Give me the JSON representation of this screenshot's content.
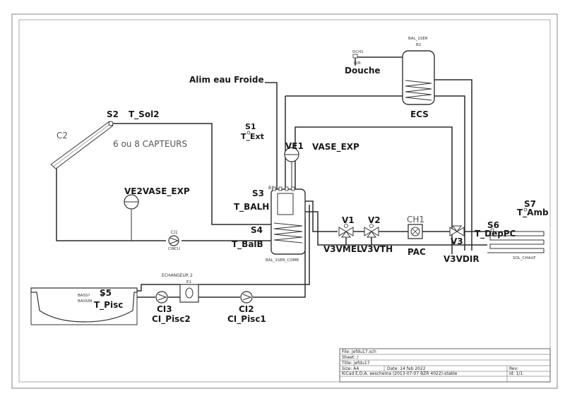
{
  "labels": {
    "alim": "Alim eau Froide",
    "douche": "Douche",
    "dch_ref": "DCH1",
    "dch_sub": "N/R",
    "bal_top": "BAL_1SER",
    "b2": "B2",
    "ecs": "ECS",
    "s2": "S2",
    "t_sol2": "T_Sol2",
    "c2": "C2",
    "capteurs": "6 ou 8 CAPTEURS",
    "s1": "S1",
    "t_ext": "T_Ext",
    "ve1": "VE1",
    "vase_exp": "VASE_EXP",
    "ve2": "VE2VASE_EXP",
    "b1": "B1",
    "s3": "S3",
    "t_balh": "T_BALH",
    "s4": "S4",
    "t_balb": "T_BalB",
    "bal_comb": "BAL_1SER_COMB",
    "ci1": "CI1",
    "circu": "CIRCU",
    "v1": "V1",
    "v2": "V2",
    "ch1": "CH1",
    "v3vmel": "V3VMEL",
    "v3vth": "V3VTH",
    "pac": "PAC",
    "v3": "V3",
    "v3vdir": "V3VDIR",
    "s6": "S6",
    "t_depc": "T_DepPC",
    "s7": "S7",
    "t_amb": "T_Amb",
    "sol_chauf": "SOL_CHAUF",
    "echangeur": "ECHANGEUR 2",
    "e1": "E1",
    "bassin_ref": "BASS?",
    "bassin": "BASSIN",
    "s5": "S5",
    "t_pisc": "T_Pisc",
    "ci3": "CI3",
    "cl_pisc2": "CI_Pisc2",
    "ci2": "CI2",
    "cl_pisc1": "CI_Pisc1"
  },
  "title_block": {
    "file": "File: jefdu17.sch",
    "sheet": "Sheet: /",
    "title": "Title: jefdu17",
    "size": "Size: A4",
    "date": "Date: 14 feb 2022",
    "rev": "Rev:",
    "kicad": "KiCad E.D.A.  eeschema (2013-07-07 BZR 4022)-stable",
    "id": "Id: 1/1"
  }
}
